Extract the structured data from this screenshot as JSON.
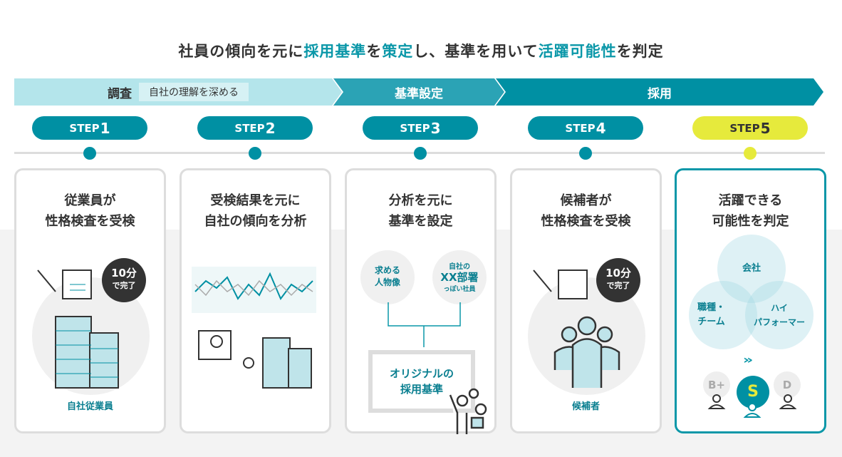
{
  "headline": {
    "p1": "社員の傾向を元に",
    "h1": "採用基準",
    "p2": "を",
    "h2": "策定",
    "p3": "し、基準を用いて",
    "h3": "活躍可能性",
    "p4": "を判定"
  },
  "phases": [
    {
      "label": "調査",
      "sub": "自社の理解を深める"
    },
    {
      "label": "基準設定"
    },
    {
      "label": "採用"
    }
  ],
  "steps": [
    {
      "prefix": "STEP",
      "num": "1",
      "title1": "従業員が",
      "title2": "性格検査を受検",
      "caption": "自社従業員",
      "badge_num": "10分",
      "badge_text": "で完了"
    },
    {
      "prefix": "STEP",
      "num": "2",
      "title1": "受検結果を元に",
      "title2": "自社の傾向を分析"
    },
    {
      "prefix": "STEP",
      "num": "3",
      "title1": "分析を元に",
      "title2": "基準を設定",
      "circle1": [
        "求める",
        "人物像"
      ],
      "circle2": {
        "top": "自社の",
        "main": "XX部署",
        "bottom": "っぽい社員"
      },
      "box": [
        "オリジナルの",
        "採用基準"
      ]
    },
    {
      "prefix": "STEP",
      "num": "4",
      "title1": "候補者が",
      "title2": "性格検査を受検",
      "caption": "候補者",
      "badge_num": "10分",
      "badge_text": "で完了"
    },
    {
      "prefix": "STEP",
      "num": "5",
      "title1": "活躍できる",
      "title2": "可能性を判定",
      "venn": [
        "会社",
        "職種・",
        "チーム",
        "ハイ",
        "パフォーマー"
      ],
      "grades": [
        "B+",
        "S",
        "D"
      ]
    }
  ],
  "colors": {
    "accent": "#0090a3",
    "highlight": "#e6ea3c"
  }
}
